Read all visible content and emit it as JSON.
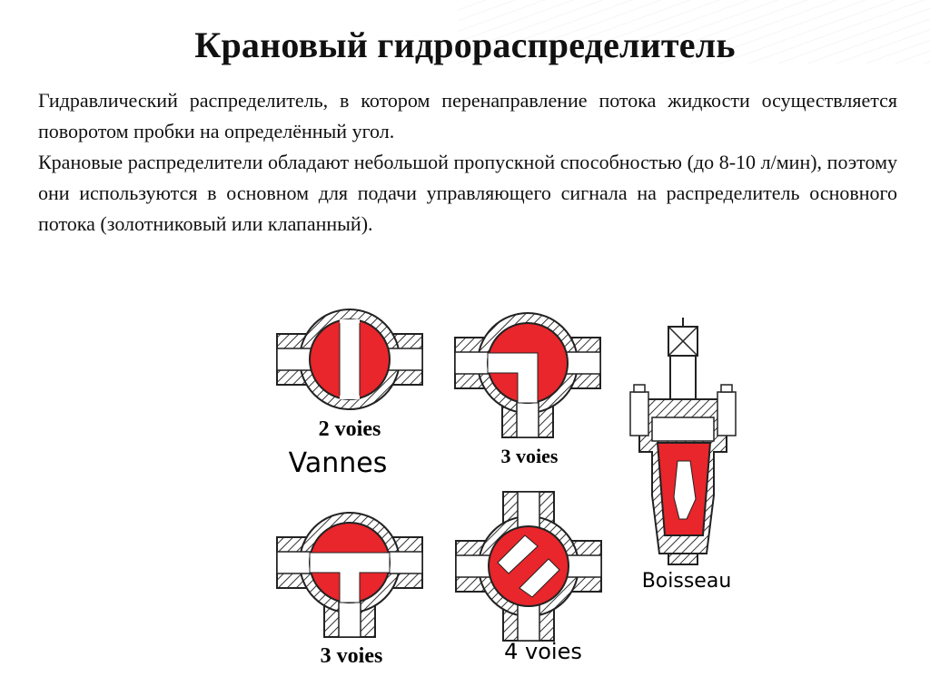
{
  "title": "Крановый гидрораспределитель",
  "paragraphs": [
    "Гидравлический распределитель, в котором перенаправление потока жидкости осуществляется поворотом пробки на определённый угол.",
    "Крановые распределители обладают небольшой пропускной способностью (до 8-10 л/мин), поэтому они используются в основном для подачи управляющего сигнала на распределитель основного потока (золотниковый или клапанный)."
  ],
  "figure": {
    "labels": {
      "valve_2way": "2 voies",
      "vannes": "Vannes",
      "valve_3way_l": "3 voies",
      "valve_3way_t": "3 voies",
      "valve_4way": "4 voies",
      "boisseau": "Boisseau"
    },
    "colors": {
      "plug": "#e8262b",
      "hatch": "#333333",
      "passage": "#ffffff"
    }
  }
}
